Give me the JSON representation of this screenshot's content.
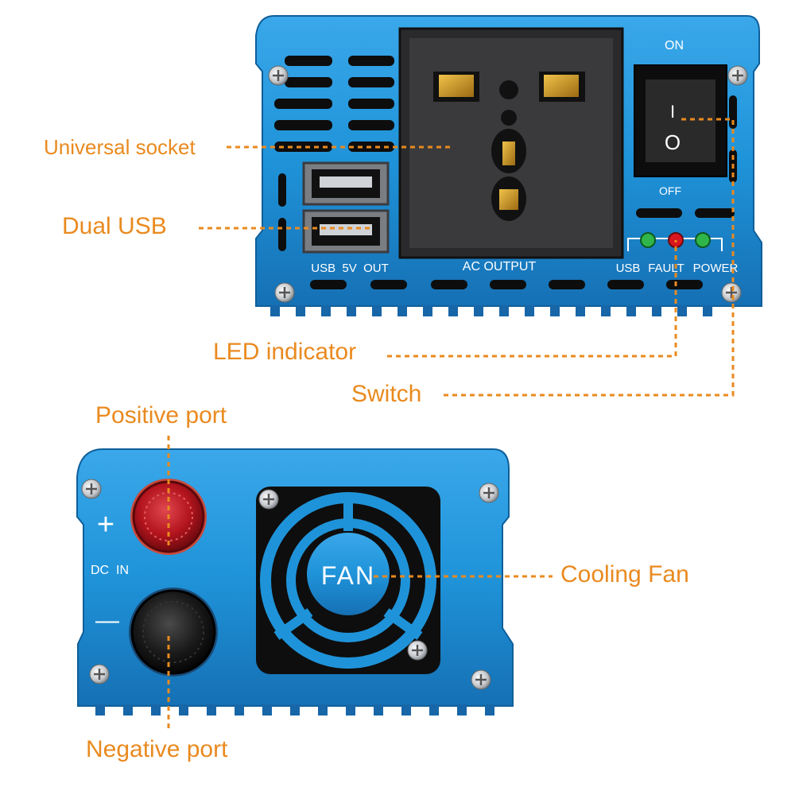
{
  "callouts": {
    "universal_socket": "Universal socket",
    "dual_usb": "Dual USB",
    "led_indicator": "LED indicator",
    "switch": "Switch",
    "positive_port": "Positive port",
    "cooling_fan": "Cooling Fan",
    "negative_port": "Negative port"
  },
  "front_panel": {
    "on_label": "ON",
    "off_label": "OFF",
    "switch_on_mark": "I",
    "switch_off_mark": "O",
    "usb_label": "USB  5V  OUT",
    "ac_label": "AC OUTPUT",
    "led_labels": [
      "USB",
      "FAULT",
      "POWER"
    ]
  },
  "back_panel": {
    "plus_label": "+",
    "dc_in_label": "DC  IN",
    "minus_label": "—",
    "fan_label": "FAN"
  },
  "colors": {
    "housing_blue": "#1f93d9",
    "callout_orange": "#e98a1f",
    "led_usb": "#2fb54a",
    "led_fault": "#d9161e",
    "led_power": "#2fb54a"
  }
}
